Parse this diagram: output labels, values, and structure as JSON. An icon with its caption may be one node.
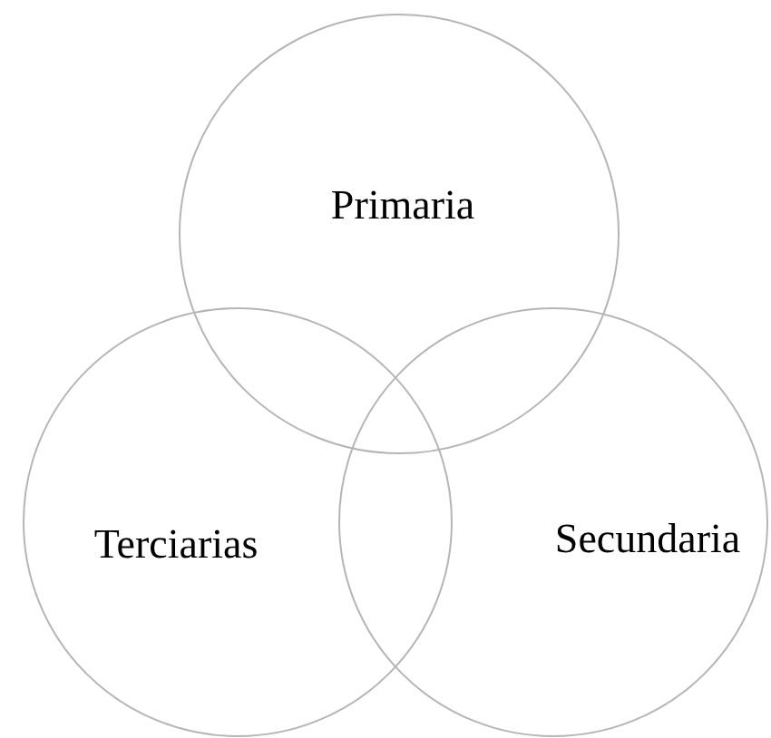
{
  "diagram": {
    "nodes": [
      {
        "text": [
          "Primaria"
        ]
      },
      {
        "text": [
          "Terciarias"
        ]
      },
      {
        "text": [
          "Secundaria"
        ]
      }
    ]
  }
}
